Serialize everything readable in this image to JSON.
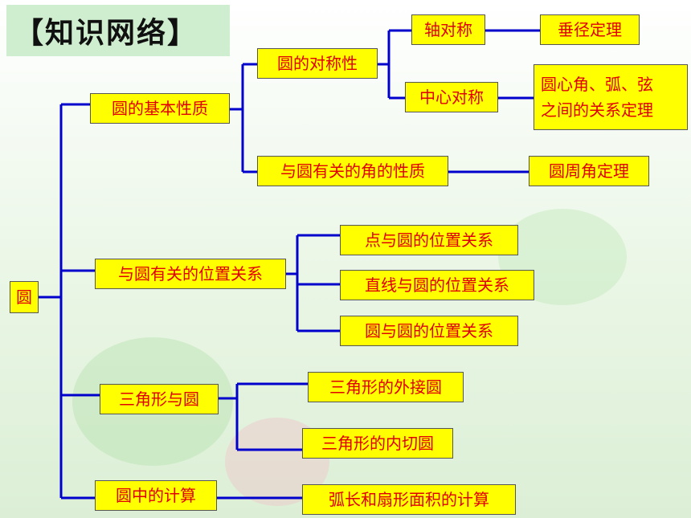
{
  "title": "【知识网络】",
  "nodes": {
    "root": "圆",
    "basic": "圆的基本性质",
    "symmetry": "圆的对称性",
    "axis": "轴对称",
    "perp": "垂径定理",
    "central": "中心对称",
    "relation_line1": "圆心角、弧、弦",
    "relation_line2": "之间的关系定理",
    "angle": "与圆有关的角的性质",
    "inscribed": "圆周角定理",
    "position": "与圆有关的位置关系",
    "point": "点与圆的位置关系",
    "line": "直线与圆的位置关系",
    "circle": "圆与圆的位置关系",
    "triangle": "三角形与圆",
    "outer": "三角形的外接圆",
    "inner": "三角形的内切圆",
    "calc": "圆中的计算",
    "arc": "弧长和扇形面积的计算"
  },
  "colors": {
    "node_fill": "#ffff00",
    "node_text": "#e00000",
    "connector": "#0000cc",
    "title_bg": "#cfeecf"
  }
}
